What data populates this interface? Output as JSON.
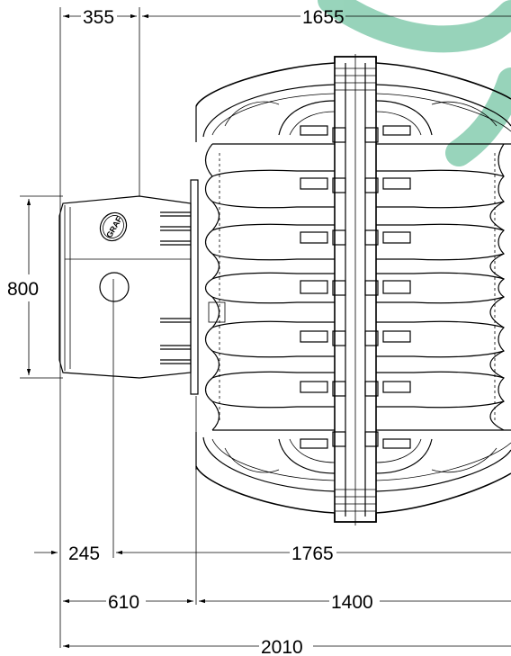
{
  "dimensions": {
    "top_left": "355",
    "top_right": "1655",
    "height_left": "800",
    "bottom_1_left": "245",
    "bottom_1_right": "1765",
    "bottom_2_left": "610",
    "bottom_2_right": "1400",
    "bottom_3": "2010"
  },
  "logo_text": "GRAF",
  "colors": {
    "line": "#000000",
    "watermark": "#2e9e6a",
    "background": "#ffffff"
  }
}
